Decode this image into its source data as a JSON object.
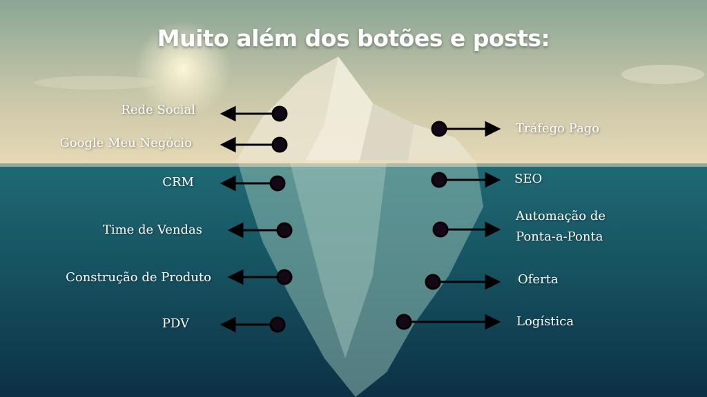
{
  "title": "Muito além dos botões e posts:",
  "left_items": [
    "Rede Social",
    "Google Meu Negócio",
    "CRM",
    "Time de Vendas",
    "Construção de Produto",
    "PDV"
  ],
  "right_items": [
    "Tráfego Pago",
    "SEO",
    "Automação de",
    "Ponta-a-Ponta",
    "Oferta",
    "Logística"
  ],
  "colors": {
    "sky_top": "#8fa898",
    "horizon": "#e3d8b6",
    "water_top": "#1d6470",
    "water_bottom": "#0d3447",
    "dot": "#140816"
  }
}
